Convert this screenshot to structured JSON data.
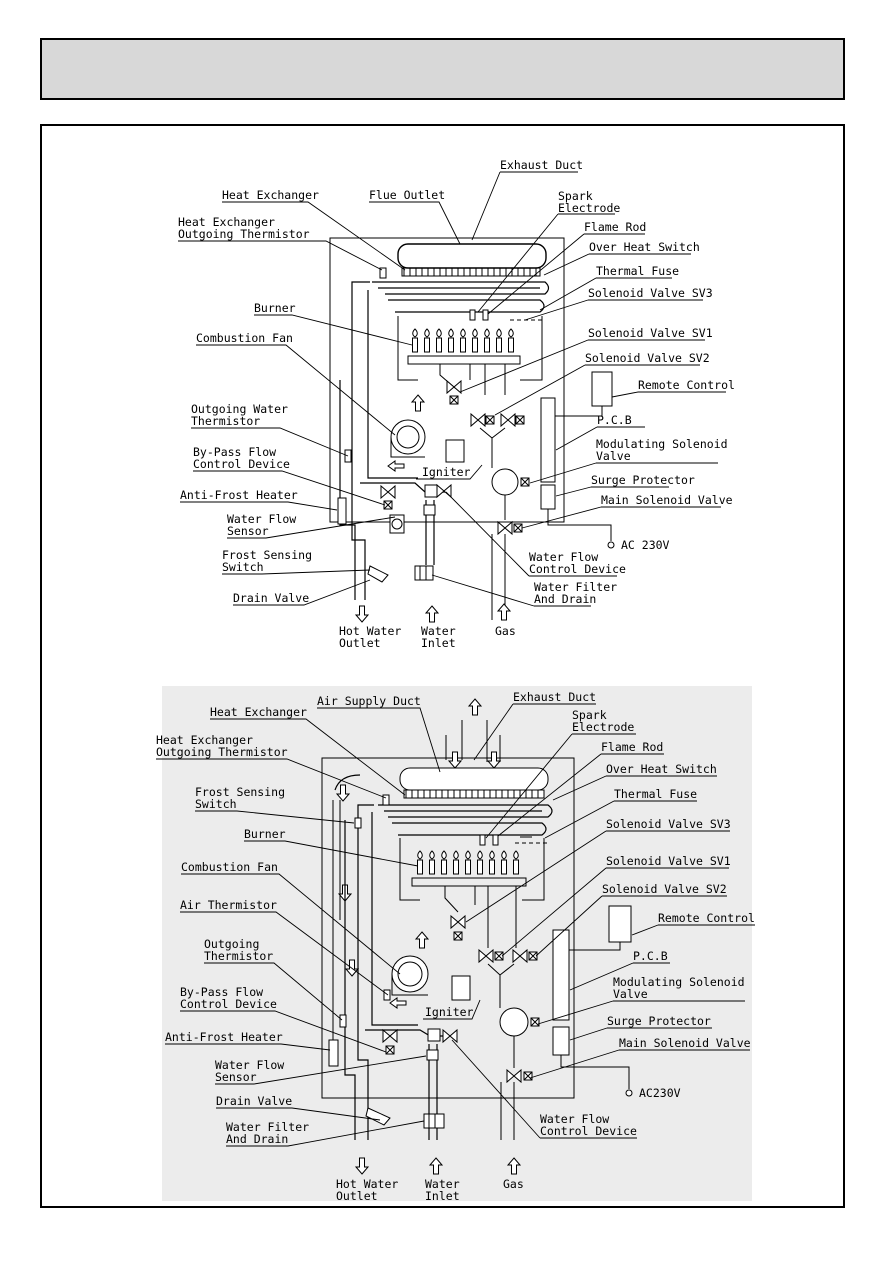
{
  "diagram1": {
    "labels": {
      "exhaust_duct": "Exhaust Duct",
      "heat_exchanger": "Heat Exchanger",
      "flue_outlet": "Flue Outlet",
      "spark_1": "Spark",
      "spark_2": "Electrode",
      "flame_rod": "Flame Rod",
      "hx_thermistor_1": "Heat Exchanger",
      "hx_thermistor_2": "Outgoing Thermistor",
      "over_heat_switch": "Over Heat Switch",
      "thermal_fuse": "Thermal Fuse",
      "burner": "Burner",
      "solenoid_sv3": "Solenoid Valve SV3",
      "combustion_fan": "Combustion Fan",
      "solenoid_sv1": "Solenoid Valve SV1",
      "solenoid_sv2": "Solenoid Valve SV2",
      "remote_control": "Remote Control",
      "outgoing_water_1": "Outgoing Water",
      "outgoing_water_2": "Thermistor",
      "pcb": "P.C.B",
      "modulating_1": "Modulating Solenoid",
      "modulating_2": "Valve",
      "bypass_1": "By-Pass Flow",
      "bypass_2": "Control Device",
      "igniter": "Igniter",
      "surge_protector": "Surge Protector",
      "anti_frost": "Anti-Frost Heater",
      "main_solenoid": "Main Solenoid Valve",
      "water_flow_sensor_1": "Water Flow",
      "water_flow_sensor_2": "Sensor",
      "ac": "AC 230V",
      "frost_switch_1": "Frost Sensing",
      "frost_switch_2": "Switch",
      "water_flow_cd_1": "Water Flow",
      "water_flow_cd_2": "Control Device",
      "drain_valve": "Drain Valve",
      "filter_1": "Water Filter",
      "filter_2": "And Drain",
      "hot_water_1": "Hot Water",
      "hot_water_2": "Outlet",
      "water_inlet_1": "Water",
      "water_inlet_2": "Inlet",
      "gas": "Gas"
    }
  },
  "diagram2": {
    "labels": {
      "air_supply_duct": "Air Supply Duct",
      "exhaust_duct": "Exhaust Duct",
      "heat_exchanger": "Heat Exchanger",
      "spark_1": "Spark",
      "spark_2": "Electrode",
      "hx_thermistor_1": "Heat Exchanger",
      "hx_thermistor_2": "Outgoing Thermistor",
      "flame_rod": "Flame Rod",
      "over_heat_switch": "Over Heat Switch",
      "frost_switch_1": "Frost Sensing",
      "frost_switch_2": "Switch",
      "thermal_fuse": "Thermal Fuse",
      "burner": "Burner",
      "solenoid_sv3": "Solenoid Valve SV3",
      "combustion_fan": "Combustion Fan",
      "solenoid_sv1": "Solenoid Valve SV1",
      "solenoid_sv2": "Solenoid Valve SV2",
      "air_thermistor": "Air Thermistor",
      "remote_control": "Remote Control",
      "outgoing_1": "Outgoing",
      "outgoing_2": "Thermistor",
      "pcb": "P.C.B",
      "bypass_1": "By-Pass Flow",
      "bypass_2": "Control Device",
      "modulating_1": "Modulating Solenoid",
      "modulating_2": "Valve",
      "surge_protector": "Surge Protector",
      "igniter": "Igniter",
      "anti_frost": "Anti-Frost Heater",
      "main_solenoid": "Main Solenoid Valve",
      "water_flow_sensor_1": "Water Flow",
      "water_flow_sensor_2": "Sensor",
      "ac": "AC230V",
      "drain_valve": "Drain Valve",
      "water_flow_cd_1": "Water Flow",
      "water_flow_cd_2": "Control Device",
      "filter_1": "Water Filter",
      "filter_2": "And Drain",
      "hot_water_1": "Hot Water",
      "hot_water_2": "Outlet",
      "water_inlet_1": "Water",
      "water_inlet_2": "Inlet",
      "gas": "Gas"
    }
  }
}
